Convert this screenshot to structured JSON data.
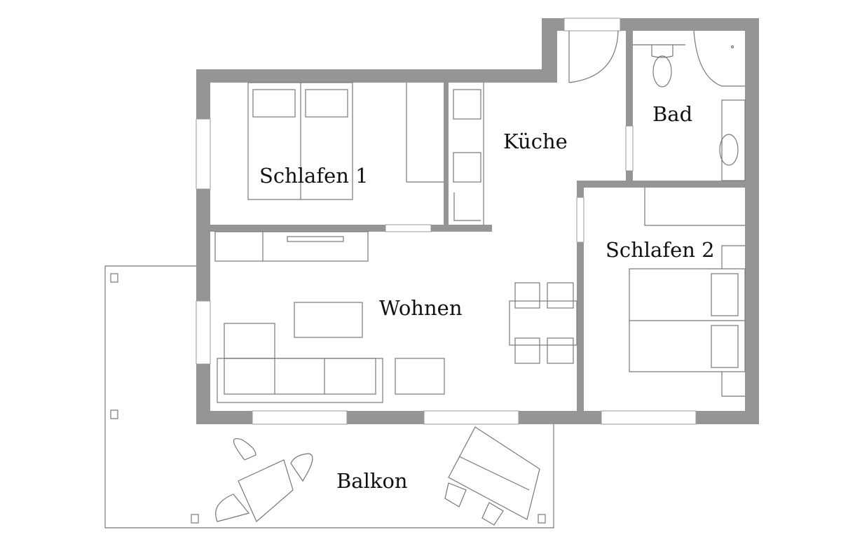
{
  "rooms": {
    "schlafen1": "Schlafen 1",
    "kueche": "Küche",
    "bad": "Bad",
    "schlafen2": "Schlafen 2",
    "wohnen": "Wohnen",
    "balkon": "Balkon"
  },
  "colors": {
    "wall": "#959595",
    "line": "#777777"
  }
}
